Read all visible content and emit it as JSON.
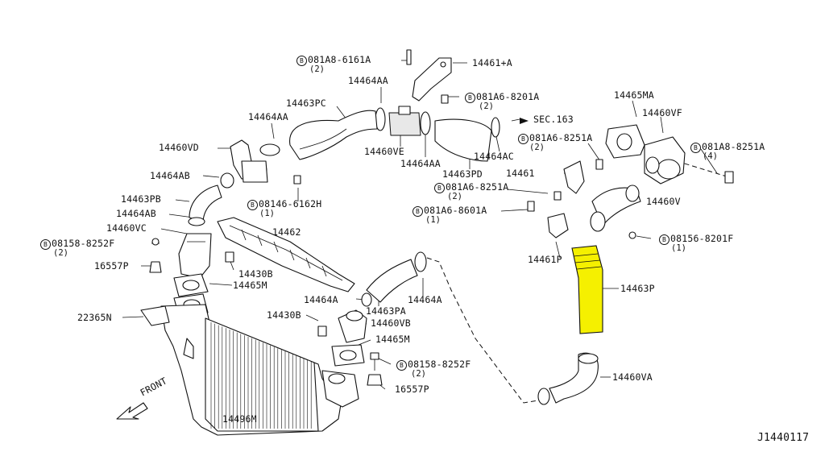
{
  "diagram": {
    "part_labels": {
      "p14461A": "14461+A",
      "p14464AA_top": "14464AA",
      "p14463PC": "14463PC",
      "p14464AA_left": "14464AA",
      "p14460VD": "14460VD",
      "p14464AB_1": "14464AB",
      "p14463PB": "14463PB",
      "p14464AB_2": "14464AB",
      "p14460VC": "14460VC",
      "p16557P_left": "16557P",
      "p14430B_top": "14430B",
      "p14465M_top": "14465M",
      "p22365N": "22365N",
      "p14462": "14462",
      "p14460VE": "14460VE",
      "p14464AA_mid": "14464AA",
      "p14463PD": "14463PD",
      "p14464AC": "14464AC",
      "sec163": "SEC.163",
      "p14465MA": "14465MA",
      "p14460VF": "14460VF",
      "p14461": "14461",
      "p14460V": "14460V",
      "p14461P": "14461P",
      "p14463P": "14463P",
      "p14464A_right": "14464A",
      "p14464A_left": "14464A",
      "p14463PA": "14463PA",
      "p14430B_bot": "14430B",
      "p14460VB": "14460VB",
      "p14465M_bot": "14465M",
      "p16557P_bot": "16557P",
      "p14460VA": "14460VA",
      "p14496M": "14496M",
      "front": "FRONT"
    },
    "bolt_labels": {
      "b1": {
        "marker": "B",
        "code": "081A8-6161A",
        "qty": "(2)"
      },
      "b2": {
        "marker": "B",
        "code": "081A6-8201A",
        "qty": "(2)"
      },
      "b3": {
        "marker": "B",
        "code": "08146-6162H",
        "qty": "(1)"
      },
      "b4": {
        "marker": "B",
        "code": "08158-8252F",
        "qty": "(2)"
      },
      "b5": {
        "marker": "B",
        "code": "081A6-8251A",
        "qty": "(2)"
      },
      "b6": {
        "marker": "B",
        "code": "081A8-8251A",
        "qty": "(4)"
      },
      "b7": {
        "marker": "B",
        "code": "081A6-8251A",
        "qty": "(2)"
      },
      "b8": {
        "marker": "B",
        "code": "081A6-8601A",
        "qty": "(1)"
      },
      "b9": {
        "marker": "B",
        "code": "08156-8201F",
        "qty": "(1)"
      },
      "b10": {
        "marker": "B",
        "code": "08158-8252F",
        "qty": "(2)"
      }
    },
    "diagram_id": "J1440117",
    "highlight_color": "#f5f000",
    "line_color": "#111111"
  }
}
